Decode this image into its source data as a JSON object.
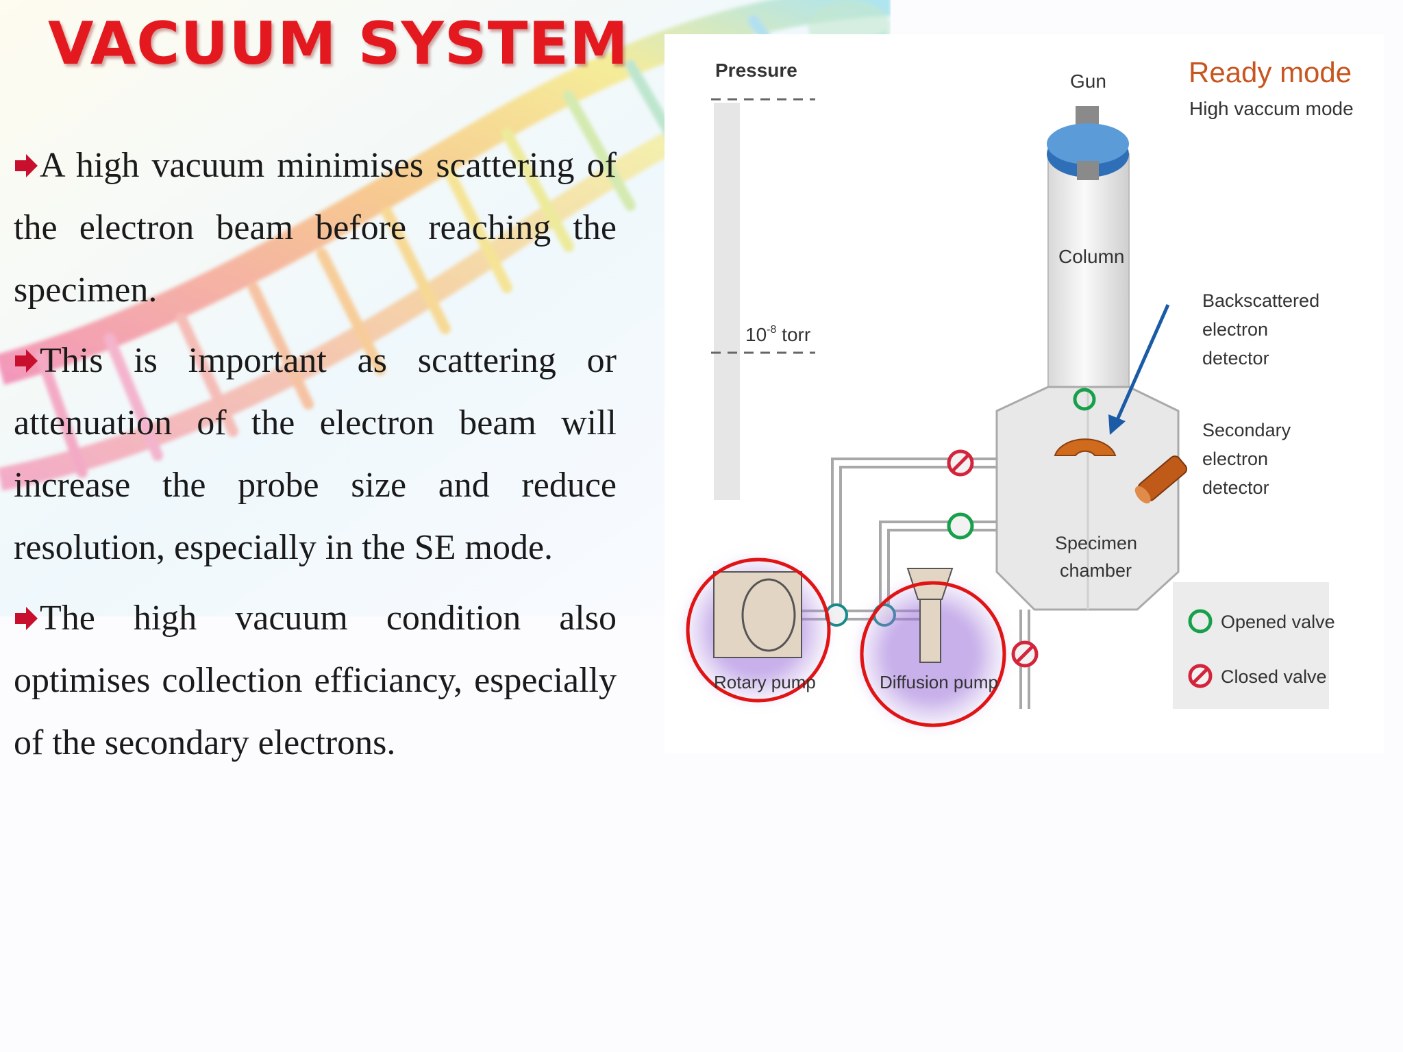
{
  "slide": {
    "title": "VACUUM SYSTEM",
    "paragraphs": [
      "A high vacuum minimises scattering of the electron beam before reaching the specimen.",
      "This is important as scattering or attenuation of the electron beam will increase the probe size and reduce resolution, especially in the SE mode.",
      "The high vacuum condition also optimises collection efficiancy, especially of the secondary electrons."
    ]
  },
  "diagram": {
    "pressure_label": "Pressure",
    "torr_base": "10",
    "torr_exp": "-8",
    "torr_unit": " torr",
    "gun_label": "Gun",
    "column_label": "Column",
    "mode_title": "Ready mode",
    "mode_subtitle": "High vaccum mode",
    "bse_line1": "Backscattered",
    "bse_line2": "electron",
    "bse_line3": "detector",
    "se_line1": "Secondary",
    "se_line2": "electron",
    "se_line3": "detector",
    "chamber_line1": "Specimen",
    "chamber_line2": "chamber",
    "rotary_label": "Rotary pump",
    "diffusion_label": "Diffusion pump",
    "legend_opened": "Opened valve",
    "legend_closed": "Closed valve"
  },
  "colors": {
    "title": "#e4191f",
    "bullet": "#c8102e",
    "mode_title": "#c8551f",
    "open_valve": "#17a04a",
    "closed_valve": "#d4243c",
    "highlight_ring": "#e01414",
    "gun": "#3e7fc7",
    "detector": "#d06a1c",
    "arrow": "#1b5ba6"
  }
}
